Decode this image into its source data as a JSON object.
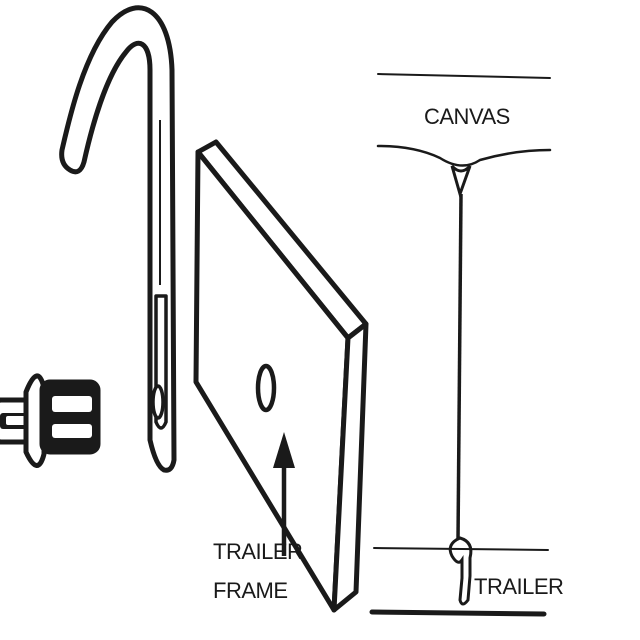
{
  "labels": {
    "canvas": "CANVAS",
    "trailer_frame_line1": "TRAILER",
    "trailer_frame_line2": "FRAME",
    "trailer": "TRAILER"
  },
  "parts": {
    "rivet": "rivet-icon",
    "hook": "hook-icon",
    "frame_plate": "frame-plate-icon",
    "arrow": "arrow-up-icon",
    "cord": "cord-icon"
  },
  "colors": {
    "ink": "#1a1a1a",
    "paper": "#ffffff"
  }
}
